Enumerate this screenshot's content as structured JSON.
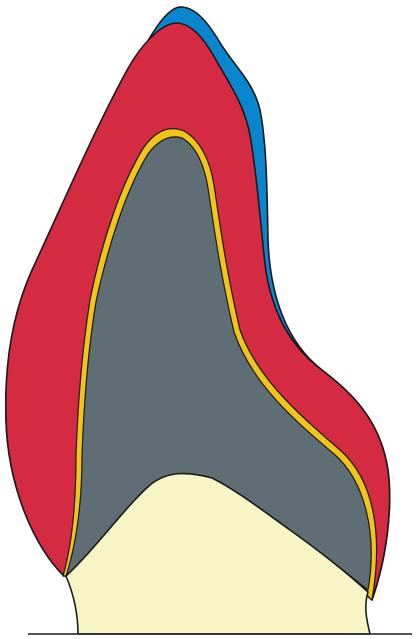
{
  "figure": {
    "layers": [
      {
        "key": "outer-coat",
        "color": "#0a86cf"
      },
      {
        "key": "middle-layer",
        "color": "#d42a42"
      },
      {
        "key": "lining",
        "color": "#f0c419"
      },
      {
        "key": "core",
        "color": "#5f6d75"
      },
      {
        "key": "base",
        "color": "#f7f5c6"
      }
    ],
    "outline_color": "#1a1a1a",
    "ground_line_color": "#1a1a1a"
  }
}
